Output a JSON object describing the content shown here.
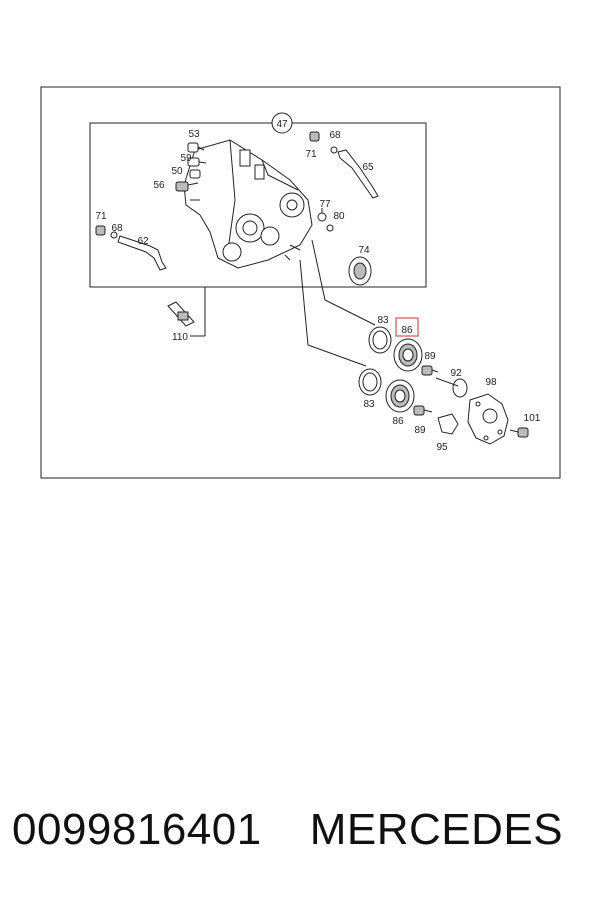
{
  "diagram": {
    "callouts": {
      "c47": "47",
      "c53": "53",
      "c59": "59",
      "c50": "50",
      "c56": "56",
      "c71a": "71",
      "c68a": "68",
      "c62": "62",
      "c71b": "71",
      "c68b": "68",
      "c65": "65",
      "c77": "77",
      "c80": "80",
      "c74": "74",
      "c110": "110",
      "c83a": "83",
      "c86a": "86",
      "c89a": "89",
      "c92": "92",
      "c98": "98",
      "c83b": "83",
      "c86b": "86",
      "c89b": "89",
      "c95": "95",
      "c101": "101"
    },
    "highlight_color": "#e05050"
  },
  "caption": {
    "part_number": "0099816401",
    "brand": "MERCEDES"
  }
}
